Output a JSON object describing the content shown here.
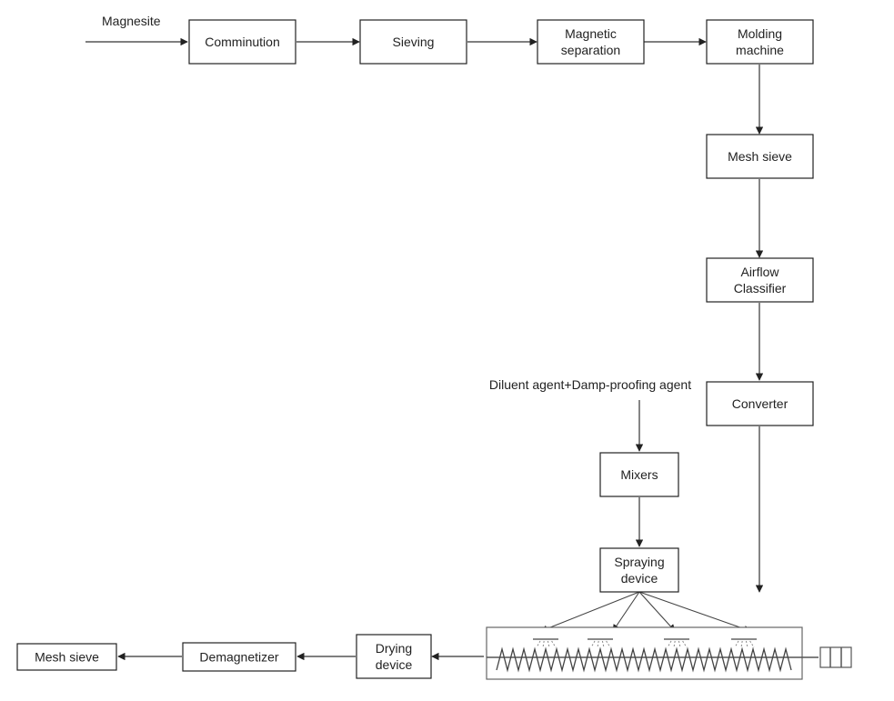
{
  "diagram": {
    "input_label": "Magnesite",
    "additive_label": "Diluent agent+Damp-proofing agent",
    "nodes": {
      "comminution": [
        "Comminution"
      ],
      "sieving": [
        "Sieving"
      ],
      "magnetic_separation": [
        "Magnetic",
        "separation"
      ],
      "molding_machine": [
        "Molding",
        "machine"
      ],
      "mesh_sieve_top": [
        "Mesh sieve"
      ],
      "airflow_classifier": [
        "Airflow",
        "Classifier"
      ],
      "converter": [
        "Converter"
      ],
      "mixers": [
        "Mixers"
      ],
      "spraying_device": [
        "Spraying",
        "device"
      ],
      "drying_device": [
        "Drying",
        "device"
      ],
      "demagnetizer": [
        "Demagnetizer"
      ],
      "mesh_sieve_bottom": [
        "Mesh sieve"
      ]
    },
    "spray_nozzle_count": 4,
    "colors": {
      "stroke": "#222222",
      "text": "#222222",
      "background": "#ffffff"
    }
  }
}
